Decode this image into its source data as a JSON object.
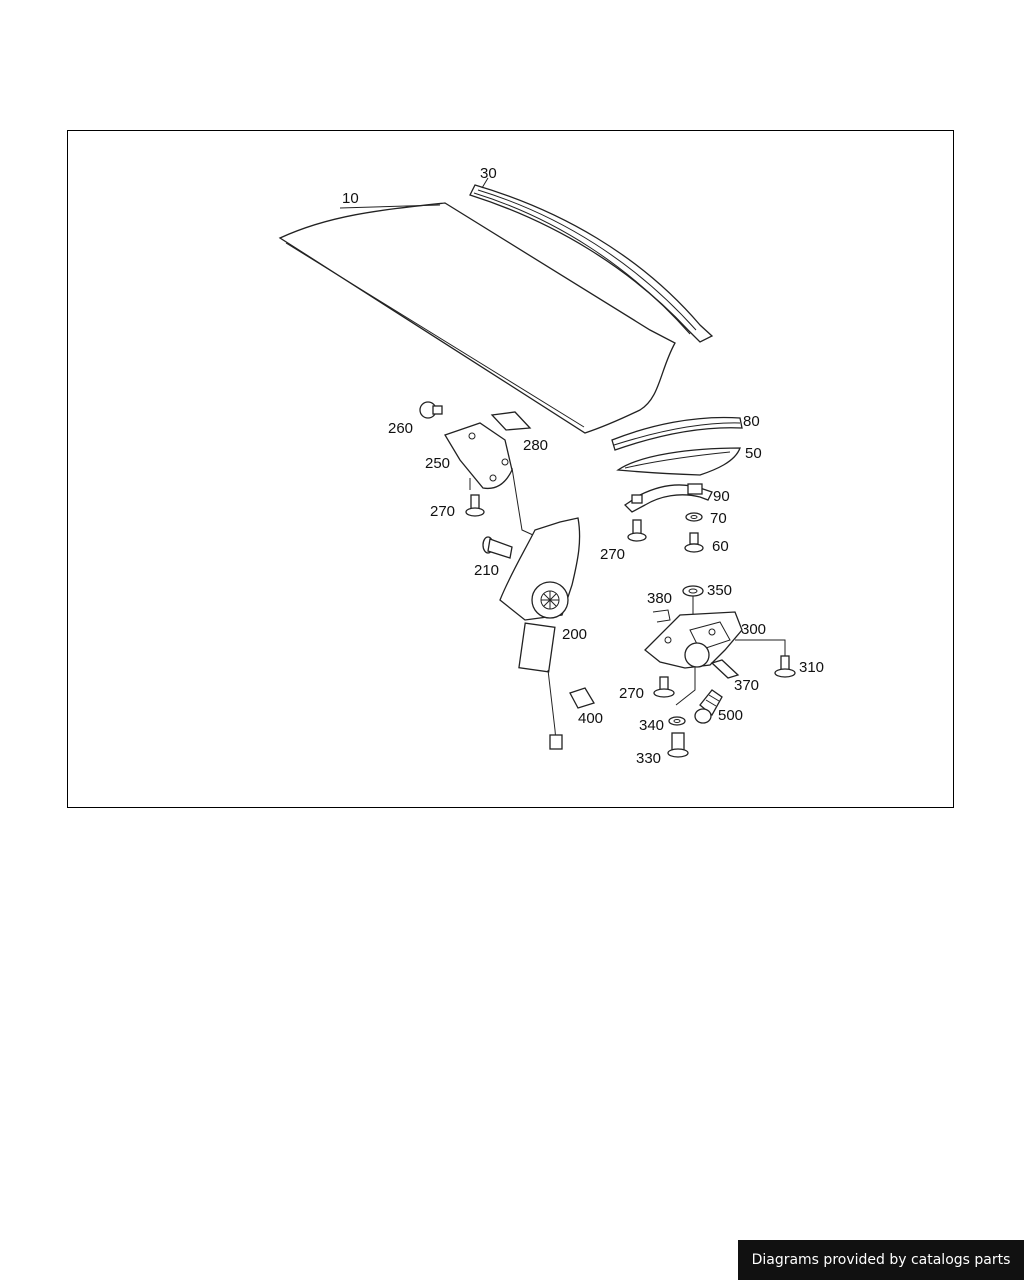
{
  "callouts": {
    "p10": "10",
    "p30": "30",
    "p50": "50",
    "p60": "60",
    "p70": "70",
    "p80": "80",
    "p90": "90",
    "p200": "200",
    "p210": "210",
    "p250": "250",
    "p260": "260",
    "p270a": "270",
    "p270b": "270",
    "p270c": "270",
    "p280": "280",
    "p300": "300",
    "p310": "310",
    "p330": "330",
    "p340": "340",
    "p350": "350",
    "p370": "370",
    "p380": "380",
    "p400": "400",
    "p500": "500"
  },
  "footer": {
    "credit": "Diagrams provided by catalogs parts"
  }
}
